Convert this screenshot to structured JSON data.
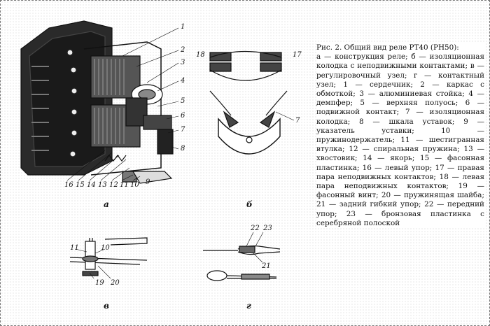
{
  "caption": {
    "title": "Рис. 2.   Общий вид реле РТ40 (РН50):",
    "body": "а — конструкция реле; б — изоляционная колодка с неподвижными контактами; в — регулировочный узел; г — контактный узел; 1 — сердечник; 2 — каркас с обмоткой; 3 — алюминиевая стойка; 4 — демпфер; 5 — верхняя полуось; 6 — подвижной контакт; 7 — изоляционная колодка; 8 — шкала уставок; 9 — указатель уставки; 10 — пружинодержатель; 11 — шестигранная втулка; 12 — спиральная пружина; 13 — хвостовик; 14 — якорь; 15 — фасонная пластинка; 16 — левый упор; 17 — правая пара неподвижных контактов; 18 — левая пара неподвижных контактов; 19 — фасонный винт; 20 — пружинящая шайба; 21 — задний гибкий упор; 22 — передний упор; 23 — бронзовая пластинка с серебряной полоской"
  },
  "panels": {
    "a": "а",
    "b": "б",
    "v": "в",
    "g": "г"
  },
  "labels_a": [
    "1",
    "2",
    "3",
    "4",
    "5",
    "6",
    "7",
    "8",
    "9",
    "10",
    "11",
    "12",
    "13",
    "14",
    "15",
    "16"
  ],
  "labels_b": [
    "18",
    "17",
    "7"
  ],
  "labels_v": [
    "11",
    "10",
    "19",
    "20"
  ],
  "labels_g": [
    "22",
    "23",
    "21"
  ]
}
